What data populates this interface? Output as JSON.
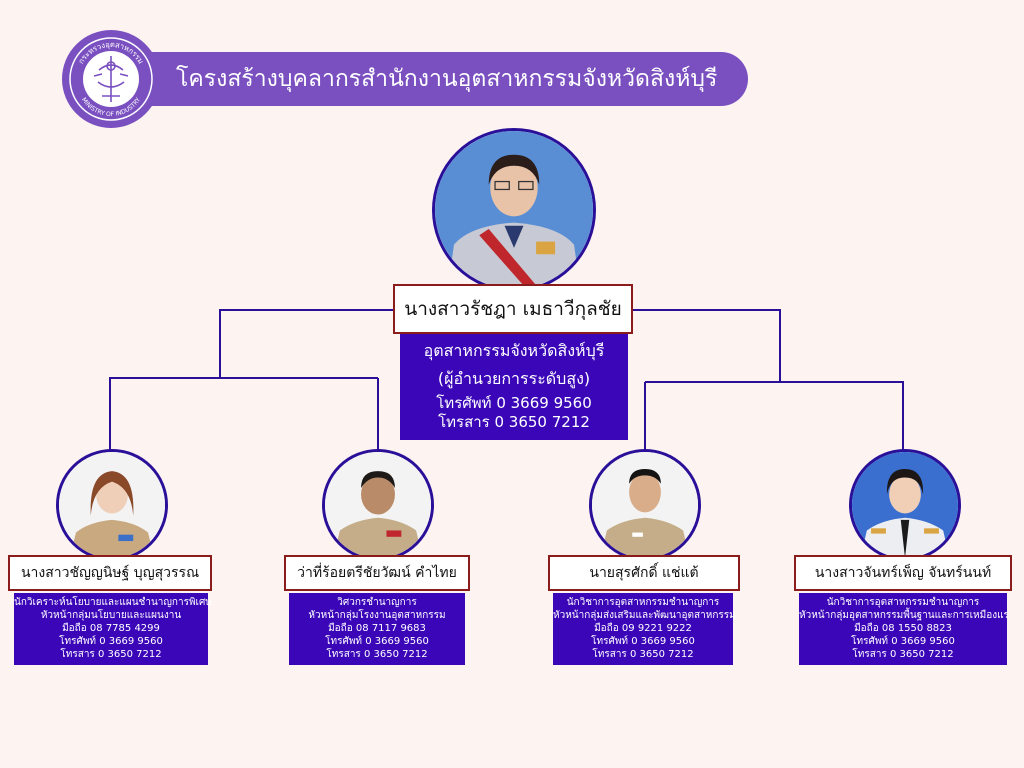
{
  "header": {
    "title": "โครงสร้างบุคลากรสำนักงานอุตสาหกรรมจังหวัดสิงห์บุรี",
    "logo_text_top": "กระทรวงอุตสาหกรรม",
    "logo_text_bottom": "MINISTRY OF INDUSTRY"
  },
  "director": {
    "name": "นางสาวรัชฎา เมธาวีกุลชัย",
    "position": "อุตสาหกรรมจังหวัดสิงห์บุรี",
    "level": "(ผู้อำนวยการระดับสูง)",
    "phone": "โทรศัพท์ 0 3669 9560",
    "fax": "โทรสาร 0 3650 7212"
  },
  "staff": [
    {
      "name": "นางสาวชัญญนิษฐ์ บุญสุวรรณ",
      "lines": [
        "นักวิเคราะห์นโยบายและแผนชำนาญการพิเศษ",
        "หัวหน้ากลุ่มนโยบายและแผนงาน",
        "มือถือ 08 7785 4299",
        "โทรศัพท์ 0 3669 9560",
        "โทรสาร 0 3650 7212"
      ]
    },
    {
      "name": "ว่าที่ร้อยตรีชัยวัฒน์ คำไทย",
      "lines": [
        "วิศวกรชำนาญการ",
        "หัวหน้ากลุ่มโรงงานอุตสาหกรรม",
        "มือถือ 08 7117 9683",
        "โทรศัพท์ 0 3669 9560",
        "โทรสาร 0 3650 7212"
      ]
    },
    {
      "name": "นายสุรศักดิ์ แช่แต้",
      "lines": [
        "นักวิชาการอุตสาหกรรมชำนาญการ",
        "หัวหน้ากลุ่มส่งเสริมและพัฒนาอุตสาหกรรม",
        "มือถือ 09 9221 9222",
        "โทรศัพท์ 0 3669 9560",
        "โทรสาร 0 3650 7212"
      ]
    },
    {
      "name": "นางสาวจันทร์เพ็ญ จันทร์นนท์",
      "lines": [
        "นักวิชาการอุตสาหกรรมชำนาญการ",
        "หัวหน้ากลุ่มอุตสาหกรรมพื้นฐานและการเหมืองแร่",
        "มือถือ 08 1550 8823",
        "โทรศัพท์ 0 3669 9560",
        "โทรสาร 0 3650 7212"
      ]
    }
  ],
  "colors": {
    "background": "#fdf3f1",
    "header": "#7a50c0",
    "info_box": "#3a06b8",
    "name_border": "#8b1c1c",
    "connector": "#2a0f99"
  }
}
